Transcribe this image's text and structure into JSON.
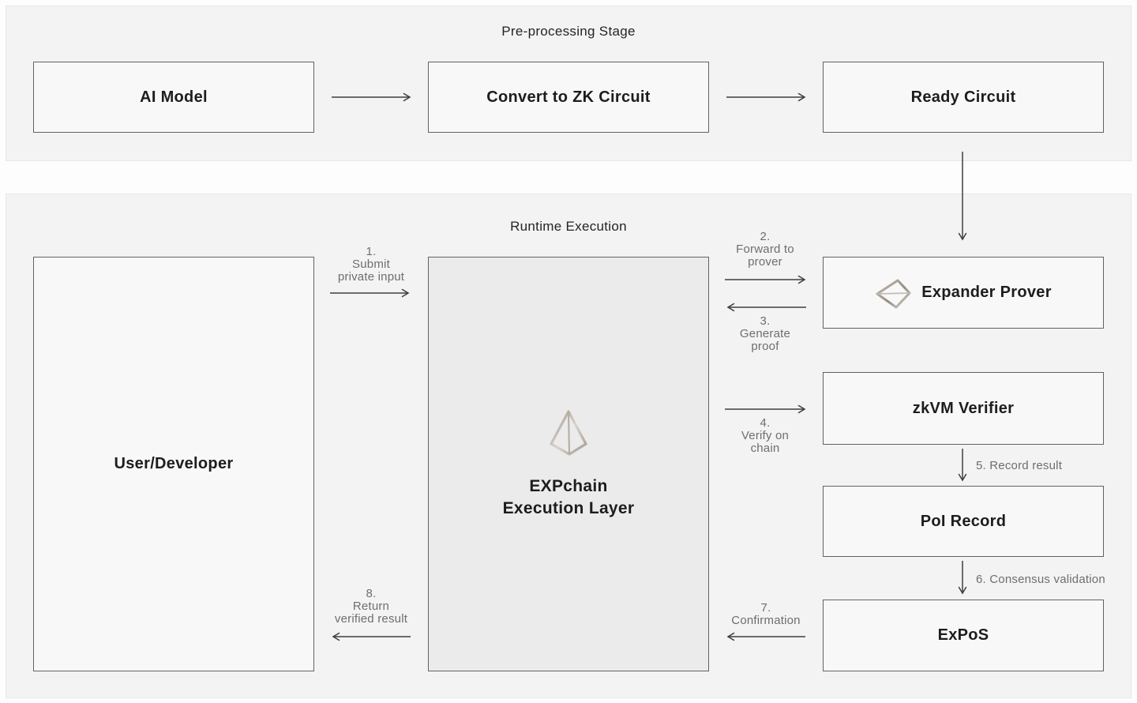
{
  "preprocessing": {
    "title": "Pre-processing Stage",
    "nodes": {
      "ai_model": "AI Model",
      "convert": "Convert to ZK Circuit",
      "ready": "Ready Circuit"
    }
  },
  "runtime": {
    "title": "Runtime Execution",
    "nodes": {
      "user": "User/Developer",
      "expchain": "EXPchain\nExecution Layer",
      "expander": "Expander Prover",
      "zkvm": "zkVM Verifier",
      "poi": "PoI Record",
      "expos": "ExPoS"
    },
    "steps": {
      "s1": "1.\nSubmit\nprivate input",
      "s2": "2.\nForward to\nprover",
      "s3": "3.\nGenerate\nproof",
      "s4": "4.\nVerify on\nchain",
      "s5": "5. Record result",
      "s6": "6. Consensus validation",
      "s7": "7.\nConfirmation",
      "s8": "8.\nReturn\nverified result"
    }
  },
  "icons": {
    "expander_logo": "expander-tetrahedron-wireframe-icon",
    "expchain_logo": "expchain-pyramid-wireframe-icon"
  },
  "colors": {
    "panel_bg": "#f3f3f4",
    "node_bg": "#f8f8f8",
    "node_border": "#5f6366",
    "expchain_node_bg": "#ebebec",
    "arrow": "#3c3e40",
    "step_label": "#6e6e70",
    "logo_tan_dark": "#938a7d",
    "logo_tan_light": "#d9d3ca"
  }
}
